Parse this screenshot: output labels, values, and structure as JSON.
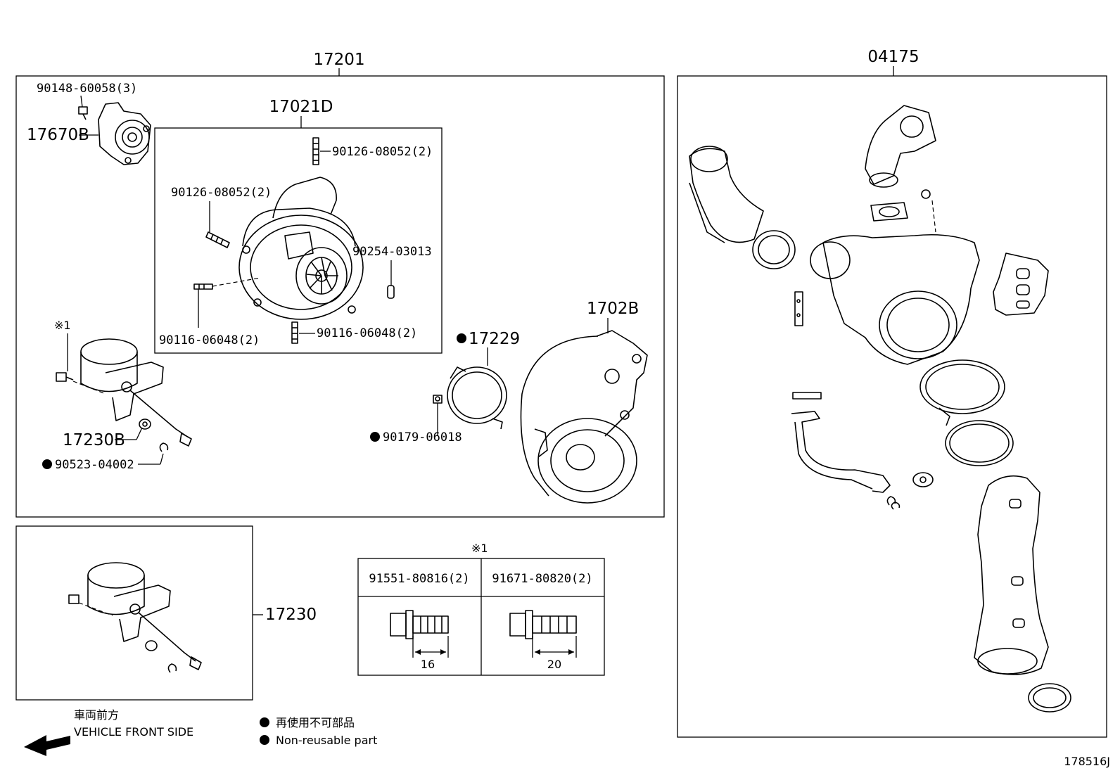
{
  "labels": {
    "assy_17201": "17201",
    "assy_04175": "04175",
    "sub_17021D": "17021D",
    "p_90148": "90148-60058(3)",
    "p_17670B": "17670B",
    "p_90126_a": "90126-08052(2)",
    "p_90126_b": "90126-08052(2)",
    "p_90254": "90254-03013",
    "p_90116_a": "90116-06048(2)",
    "p_90116_b": "90116-06048(2)",
    "mark_ref_1": "※1",
    "p_17230B": "17230B",
    "p_90523": "90523-04002",
    "p_17229": "17229",
    "p_90179": "90179-06018",
    "p_1702B": "1702B",
    "p_17230": "17230",
    "mark_ref_2": "※1",
    "bolt_a": "91551-80816(2)",
    "bolt_b": "91671-80820(2)",
    "dim_a": "16",
    "dim_b": "20",
    "front_jp": "車両前方",
    "front_en": "VEHICLE FRONT SIDE",
    "legend_jp": "再使用不可部品",
    "legend_en": "Non-reusable part",
    "drawing_no": "178516J"
  }
}
